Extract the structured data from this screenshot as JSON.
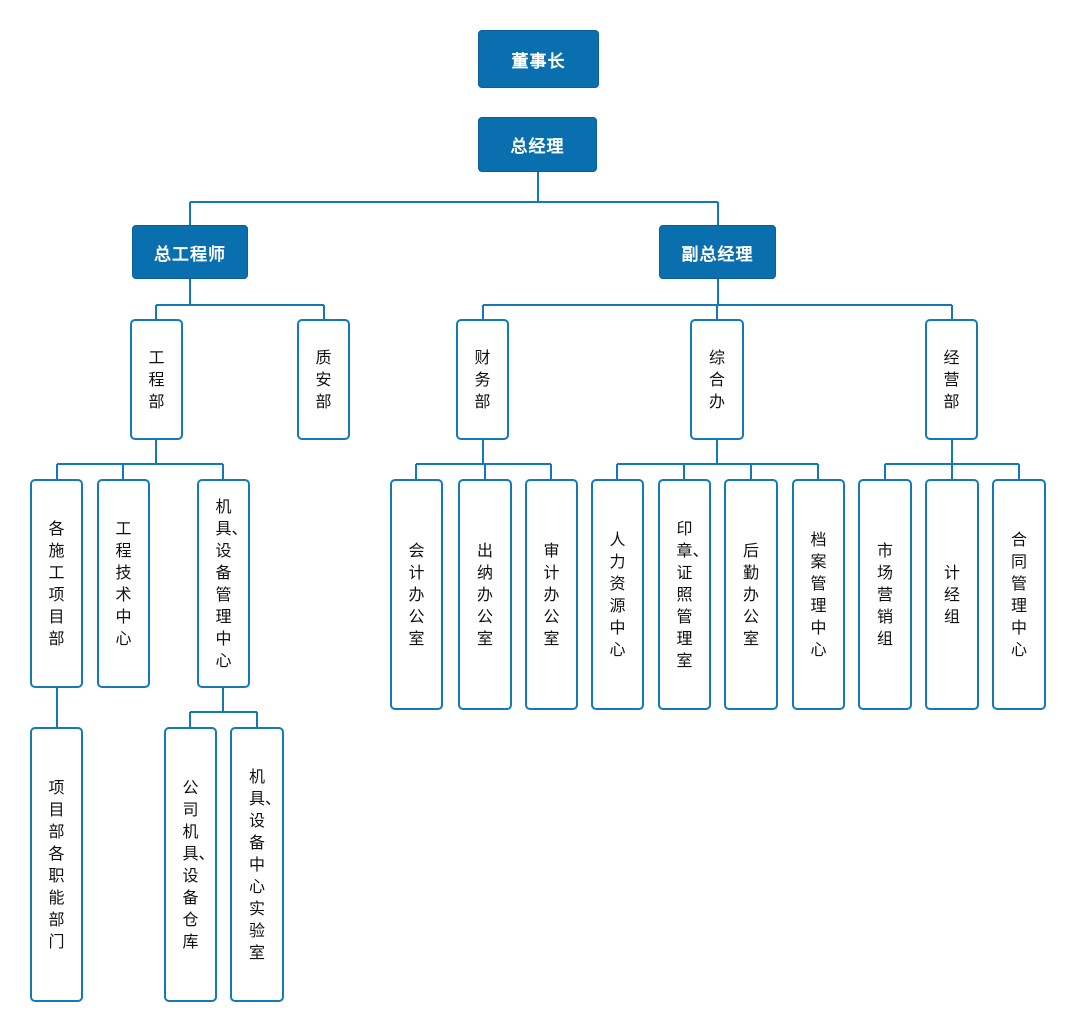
{
  "org_chart": {
    "chairman": "董事长",
    "general_manager": "总经理",
    "chief_engineer": "总工程师",
    "deputy_gm": "副总经理",
    "engineering_dept": "工程部",
    "quality_safety_dept": "质安部",
    "finance_dept": "财务部",
    "general_office": "综合办",
    "business_dept": "经营部",
    "project_depts": "各施工项目部",
    "tech_center": "工程技术中心",
    "equipment_center": "机具、设备管理中心",
    "project_functional_depts": "项目部各职能部门",
    "equipment_warehouse": "公司机具、设备仓库",
    "equipment_lab": "机具、设备中心实验室",
    "accounting_office": "会计办公室",
    "cashier_office": "出纳办公室",
    "audit_office": "审计办公室",
    "hr_center": "人力资源中心",
    "seal_cert_office": "印章、证照管理室",
    "logistics_office": "后勤办公室",
    "archives_center": "档案管理中心",
    "marketing_group": "市场营销组",
    "planning_group": "计经组",
    "contract_center": "合同管理中心"
  },
  "colors": {
    "primary_fill": "#0a6fae",
    "line": "#1479b8"
  }
}
